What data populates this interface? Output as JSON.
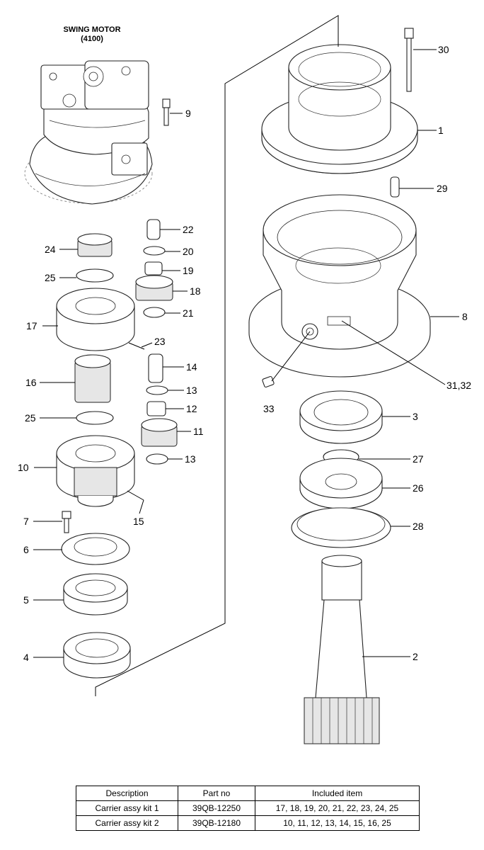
{
  "motor": {
    "title": "SWING MOTOR",
    "code": "(4100)"
  },
  "callouts": {
    "c1": "1",
    "c2": "2",
    "c3": "3",
    "c4": "4",
    "c5": "5",
    "c6": "6",
    "c7": "7",
    "c8": "8",
    "c9": "9",
    "c10": "10",
    "c11": "11",
    "c12": "12",
    "c13a": "13",
    "c13b": "13",
    "c14": "14",
    "c15": "15",
    "c16": "16",
    "c17": "17",
    "c18": "18",
    "c19": "19",
    "c20": "20",
    "c21": "21",
    "c22": "22",
    "c23": "23",
    "c24": "24",
    "c25a": "25",
    "c25b": "25",
    "c26": "26",
    "c27": "27",
    "c28": "28",
    "c29": "29",
    "c30": "30",
    "c31": "31,32",
    "c33": "33"
  },
  "table": {
    "headers": {
      "description": "Description",
      "part_no": "Part no",
      "included": "Included item"
    },
    "rows": [
      {
        "description": "Carrier assy kit 1",
        "part_no": "39QB-12250",
        "included": "17, 18, 19, 20, 21, 22, 23, 24, 25"
      },
      {
        "description": "Carrier assy kit 2",
        "part_no": "39QB-12180",
        "included": "10, 11, 12, 13, 14, 15, 16, 25"
      }
    ]
  }
}
